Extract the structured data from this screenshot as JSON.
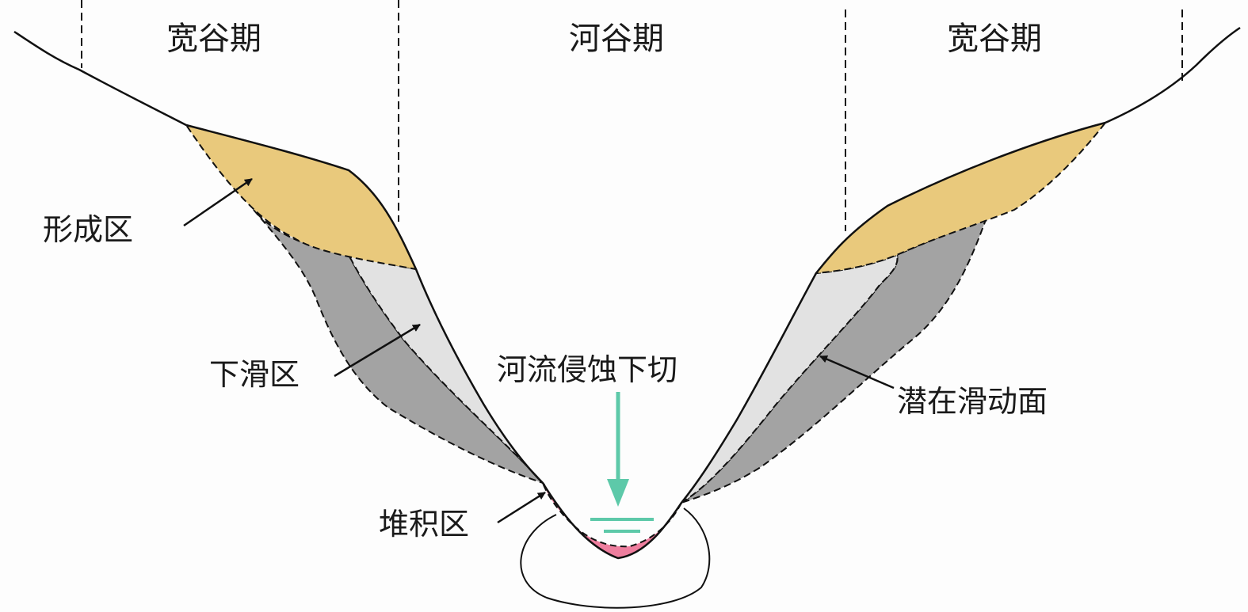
{
  "headers": {
    "left": "宽谷期",
    "center": "河谷期",
    "right": "宽谷期"
  },
  "labels": {
    "formation": "形成区",
    "slide": "下滑区",
    "incision": "河流侵蚀下切",
    "deposit": "堆积区",
    "potential_surface": "潜在滑动面"
  },
  "colors": {
    "formation": "#E9C97C",
    "slide_light": "#E2E2E2",
    "slide_dark": "#A3A3A3",
    "deposit": "#EE7E9E",
    "water": "#5DC9A9"
  }
}
